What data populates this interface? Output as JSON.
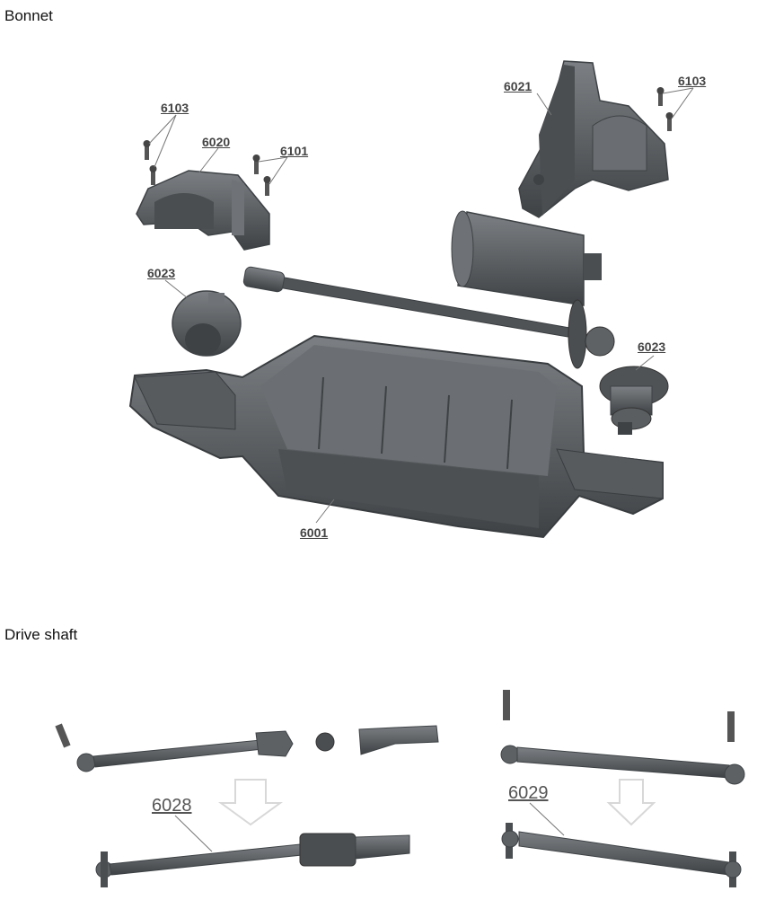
{
  "sections": {
    "bonnet_title": "Bonnet",
    "drive_shaft_title": "Drive shaft"
  },
  "parts": {
    "p6103_left": "6103",
    "p6020": "6020",
    "p6101": "6101",
    "p6021": "6021",
    "p6103_right": "6103",
    "p6023_left": "6023",
    "p6023_right": "6023",
    "p6001": "6001",
    "p6028": "6028",
    "p6029": "6029"
  },
  "colors": {
    "part_fill": "#5d6164",
    "part_dark": "#3e4245",
    "part_light": "#7c8084",
    "leader": "#777777",
    "arrow": "#d8d8d8"
  }
}
